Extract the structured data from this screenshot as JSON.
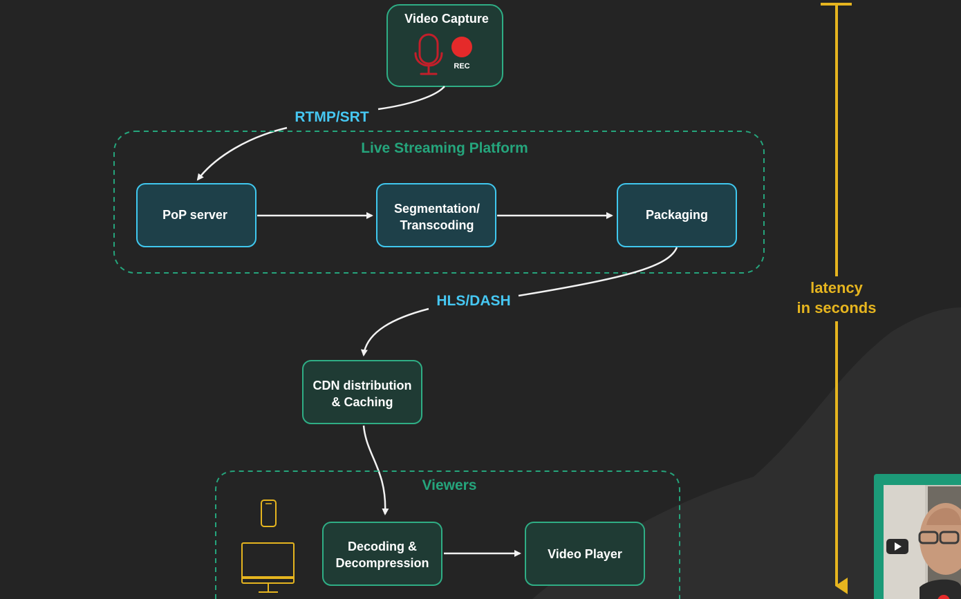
{
  "colors": {
    "background": "#242424",
    "dark_blob": "#2e2e2e",
    "green_border": "#2fae85",
    "green_fill": "#1f3b34",
    "blue_border": "#40c8ef",
    "blue_fill": "#1e4049",
    "protocol_text": "#46c7f2",
    "group_title": "#25a57c",
    "latency": "#e6b51f",
    "arrow": "#f2f2f2",
    "mic_red": "#c21f2a",
    "rec_red": "#e52a2a"
  },
  "capture": {
    "title": "Video Capture",
    "rec_label": "REC",
    "icons": [
      "microphone-icon",
      "record-dot-icon"
    ]
  },
  "protocols": {
    "ingest": "RTMP/SRT",
    "delivery": "HLS/DASH"
  },
  "platform": {
    "title": "Live Streaming Platform",
    "nodes": [
      {
        "line1": "PoP server",
        "line2": ""
      },
      {
        "line1": "Segmentation/",
        "line2": "Transcoding"
      },
      {
        "line1": "Packaging",
        "line2": ""
      }
    ]
  },
  "cdn": {
    "line1": "CDN distribution",
    "line2": "& Caching"
  },
  "viewers": {
    "title": "Viewers",
    "icons": [
      "smartphone-icon",
      "monitor-icon"
    ],
    "nodes": [
      {
        "line1": "Decoding &",
        "line2": "Decompression"
      },
      {
        "line1": "Video Player",
        "line2": ""
      }
    ]
  },
  "latency": {
    "line1": "latency",
    "line2": "in seconds"
  },
  "webcam": {
    "icons": [
      "play-button-icon"
    ]
  }
}
